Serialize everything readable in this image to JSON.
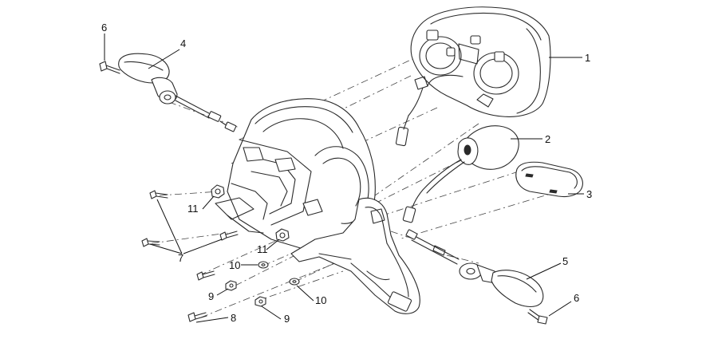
{
  "callouts": [
    {
      "id": "c1",
      "label": "1"
    },
    {
      "id": "c2",
      "label": "2"
    },
    {
      "id": "c3",
      "label": "3"
    },
    {
      "id": "c4",
      "label": "4"
    },
    {
      "id": "c5",
      "label": "5"
    },
    {
      "id": "c6a",
      "label": "6"
    },
    {
      "id": "c6b",
      "label": "6"
    },
    {
      "id": "c7",
      "label": "7"
    },
    {
      "id": "c8",
      "label": "8"
    },
    {
      "id": "c9a",
      "label": "9"
    },
    {
      "id": "c9b",
      "label": "9"
    },
    {
      "id": "c10a",
      "label": "10"
    },
    {
      "id": "c10b",
      "label": "10"
    },
    {
      "id": "c11a",
      "label": "11"
    },
    {
      "id": "c11b",
      "label": "11"
    }
  ],
  "colors": {
    "line": "#2a2a2a",
    "background": "#ffffff"
  }
}
